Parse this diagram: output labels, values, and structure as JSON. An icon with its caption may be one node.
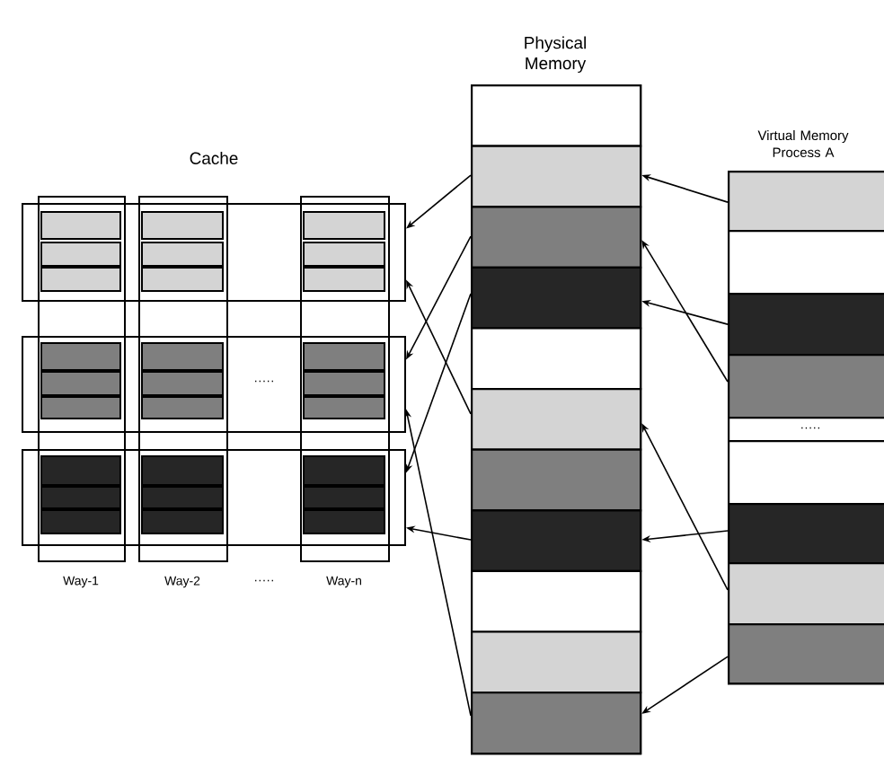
{
  "diagram": {
    "nodes": [
      {
        "text": [
          "Physical Memory"
        ]
      },
      {
        "text": [],
        "shape": "box",
        "in": 0
      },
      {
        "text": [],
        "shape": "box",
        "in": 0
      },
      {
        "text": [],
        "shape": "box",
        "in": 0
      },
      {
        "text": [],
        "shape": "box",
        "in": 0
      },
      {
        "text": [],
        "shape": "box",
        "in": 0
      },
      {
        "text": [],
        "shape": "box",
        "in": 0
      },
      {
        "text": [],
        "shape": "box",
        "in": 0
      },
      {
        "text": [],
        "shape": "box",
        "in": 0
      },
      {
        "text": [],
        "shape": "box",
        "in": 0
      },
      {
        "text": [],
        "shape": "box",
        "in": 0
      },
      {
        "text": [],
        "shape": "box",
        "in": 0
      },
      {
        "text": [
          "Virtual Memory Process A"
        ]
      },
      {
        "text": [],
        "shape": "box",
        "in": 12
      },
      {
        "text": [],
        "shape": "box",
        "in": 12
      },
      {
        "text": [],
        "shape": "box",
        "in": 12
      },
      {
        "text": [],
        "shape": "box",
        "in": 12
      },
      {
        "text": [
          "·····"
        ],
        "in": 12
      },
      {
        "text": [],
        "shape": "box",
        "in": 12
      },
      {
        "text": [],
        "shape": "box",
        "in": 12
      },
      {
        "text": [],
        "shape": "box",
        "in": 12
      },
      {
        "text": [],
        "shape": "box",
        "in": 12
      },
      {
        "text": [],
        "shape": "box"
      },
      {
        "text": [],
        "shape": "box"
      },
      {
        "text": [],
        "shape": "box"
      },
      {
        "text": [
          "Way-1"
        ]
      },
      {
        "text": [
          "Way-2"
        ]
      },
      {
        "text": [
          "Way-n"
        ]
      }
    ],
    "edges": [
      {
        "from": 2,
        "to": 22,
        "arrow": "to"
      },
      {
        "from": 3,
        "to": 23,
        "arrow": "to"
      },
      {
        "from": 4,
        "to": 24,
        "arrow": "to"
      },
      {
        "from": 6,
        "to": 22,
        "arrow": "to"
      },
      {
        "from": 8,
        "to": 24,
        "arrow": "to"
      },
      {
        "from": 11,
        "to": 23,
        "arrow": "to"
      },
      {
        "from": 13,
        "to": 2,
        "arrow": "to"
      },
      {
        "from": 15,
        "to": 4,
        "arrow": "to"
      },
      {
        "from": 16,
        "to": 3,
        "arrow": "to"
      },
      {
        "from": 19,
        "to": 8,
        "arrow": "to"
      },
      {
        "from": 20,
        "to": 6,
        "arrow": "to"
      },
      {
        "from": 21,
        "to": 11,
        "arrow": "to"
      }
    ],
    "labels": [
      "Cache",
      "·····",
      "·····"
    ]
  }
}
